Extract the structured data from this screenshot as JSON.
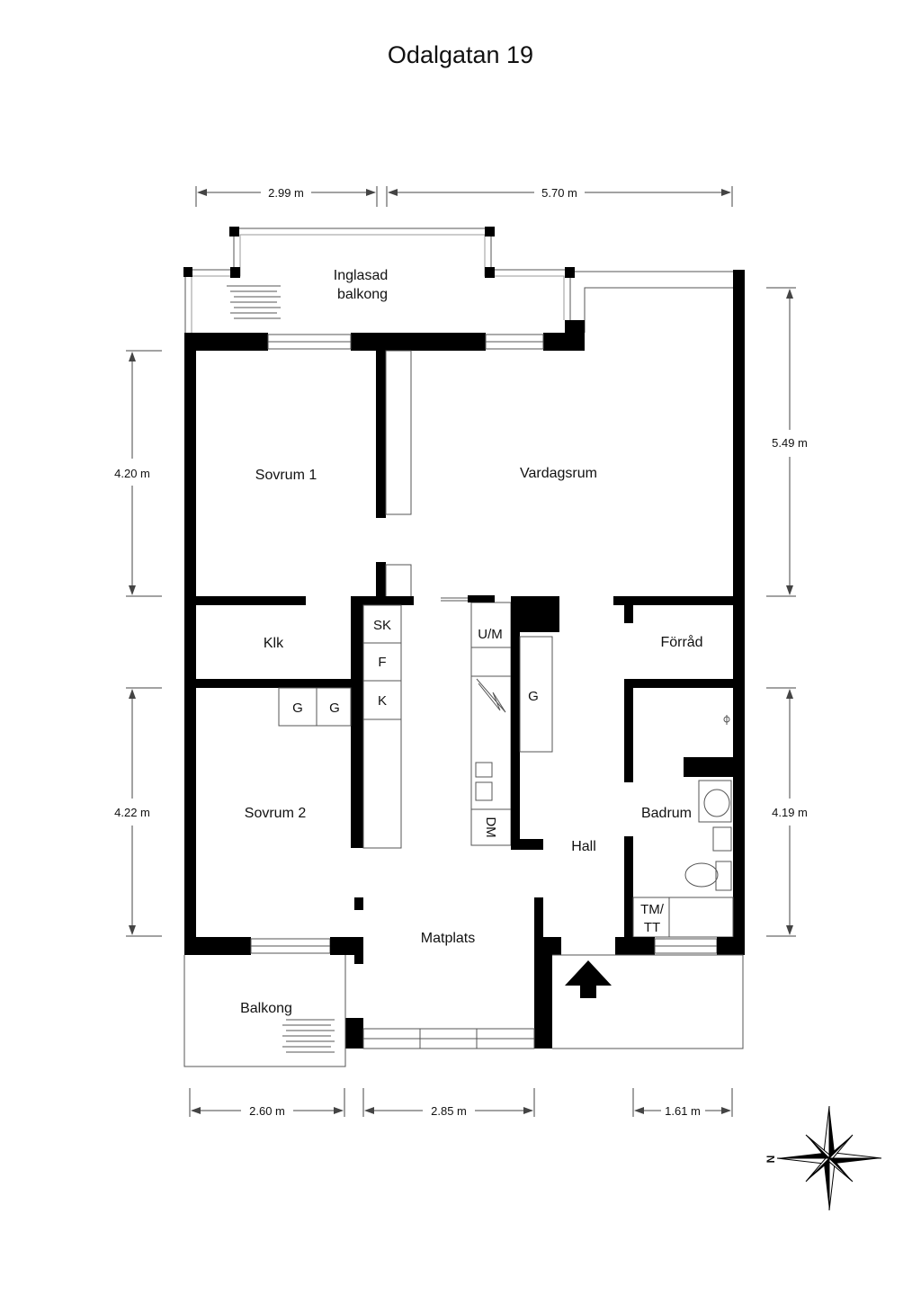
{
  "title": "Odalgatan 19",
  "rooms": {
    "inglasad_balkong_line1": "Inglasad",
    "inglasad_balkong_line2": "balkong",
    "sovrum1": "Sovrum 1",
    "vardagsrum": "Vardagsrum",
    "klk": "Klk",
    "forrad": "Förråd",
    "sovrum2": "Sovrum 2",
    "badrum": "Badrum",
    "hall": "Hall",
    "matplats": "Matplats",
    "balkong": "Balkong"
  },
  "fixtures": {
    "sk": "SK",
    "f": "F",
    "k": "K",
    "g1": "G",
    "g2": "G",
    "g_hall": "G",
    "um": "U/M",
    "dm": "DM",
    "tmtt_line1": "TM/",
    "tmtt_line2": "TT"
  },
  "dimensions": {
    "top_left": "2.99 m",
    "top_right": "5.70 m",
    "right_upper": "5.49 m",
    "right_lower": "4.19 m",
    "left_upper": "4.20 m",
    "left_lower": "4.22 m",
    "bottom_left": "2.60 m",
    "bottom_middle": "2.85 m",
    "bottom_right": "1.61 m"
  },
  "compass": {
    "north_label": "N",
    "icon": "compass-rose-icon"
  },
  "entrance": {
    "icon": "entrance-arrow-icon"
  },
  "colors": {
    "wall": "#000000",
    "line": "#555555",
    "background": "#ffffff"
  }
}
